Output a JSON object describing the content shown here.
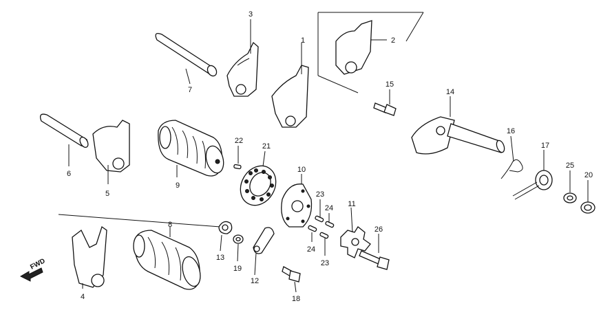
{
  "diagram": {
    "labels": {
      "p1": "1",
      "p2": "2",
      "p3": "3",
      "p4": "4",
      "p5": "5",
      "p6": "6",
      "p7": "7",
      "p8": "8",
      "p9": "9",
      "p10": "10",
      "p11": "11",
      "p12": "12",
      "p13": "13",
      "p14": "14",
      "p15": "15",
      "p16": "16",
      "p17": "17",
      "p18": "18",
      "p19": "19",
      "p20": "20",
      "p21": "21",
      "p22": "22",
      "p23a": "23",
      "p23b": "23",
      "p24a": "24",
      "p24b": "24",
      "p25": "25",
      "p26": "26"
    },
    "fwd_marker": "FWD"
  }
}
